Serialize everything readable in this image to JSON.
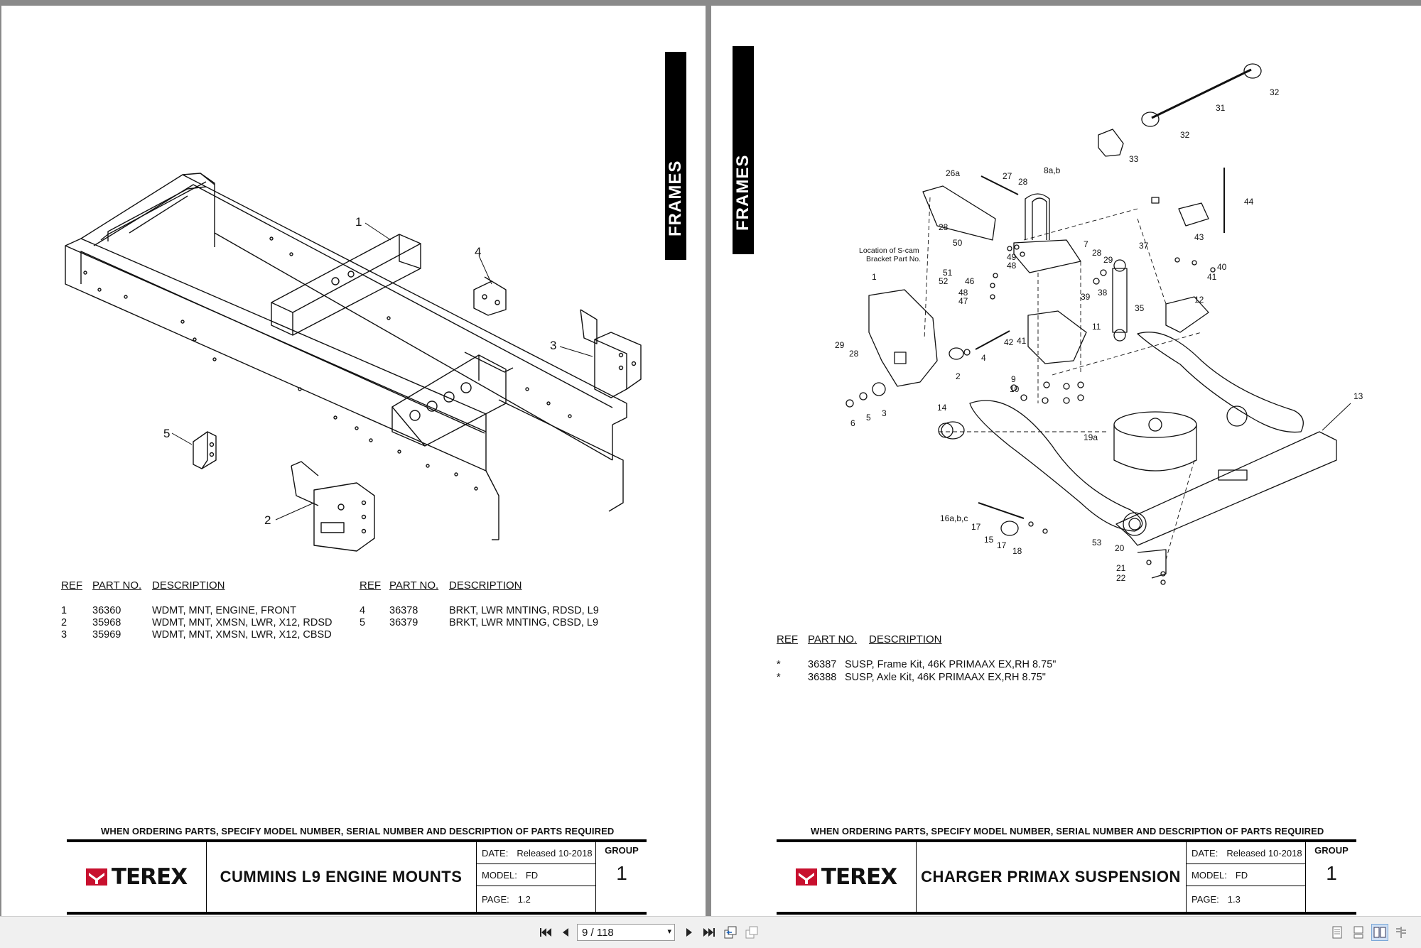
{
  "left_page": {
    "tab_label": "FRAMES",
    "callouts": [
      "1",
      "2",
      "3",
      "4",
      "5"
    ],
    "parts_header": {
      "ref": "REF",
      "part_no": "PART NO.",
      "description": "DESCRIPTION"
    },
    "parts_col1": [
      {
        "ref": "1",
        "part_no": "36360",
        "description": "WDMT, MNT, ENGINE, FRONT"
      },
      {
        "ref": "2",
        "part_no": "35968",
        "description": "WDMT, MNT, XMSN, LWR, X12, RDSD"
      },
      {
        "ref": "3",
        "part_no": "35969",
        "description": "WDMT, MNT, XMSN, LWR, X12, CBSD"
      }
    ],
    "parts_col2": [
      {
        "ref": "4",
        "part_no": "36378",
        "description": "BRKT, LWR MNTING, RDSD, L9"
      },
      {
        "ref": "5",
        "part_no": "36379",
        "description": "BRKT, LWR MNTING, CBSD, L9"
      }
    ],
    "order_note": "WHEN ORDERING PARTS, SPECIFY MODEL NUMBER, SERIAL NUMBER AND DESCRIPTION OF PARTS REQUIRED",
    "logo_text": "TEREX",
    "title": "CUMMINS L9 ENGINE MOUNTS",
    "date_label": "DATE:",
    "date_value": "Released 10-2018",
    "model_label": "MODEL:",
    "model_value": "FD",
    "page_label": "PAGE:",
    "page_value": "1.2",
    "group_label": "GROUP",
    "group_value": "1"
  },
  "right_page": {
    "tab_label": "FRAMES",
    "callouts": [
      "1",
      "2",
      "3",
      "4",
      "5",
      "6",
      "7",
      "8a,b",
      "9",
      "10",
      "11",
      "12",
      "13",
      "14",
      "15",
      "16a,b,c",
      "17",
      "17",
      "18",
      "19a",
      "20",
      "21",
      "22",
      "26a",
      "27",
      "28",
      "28",
      "28",
      "28",
      "29",
      "29",
      "31",
      "32",
      "32",
      "33",
      "35",
      "37",
      "38",
      "39",
      "40",
      "41",
      "41",
      "42",
      "43",
      "44",
      "46",
      "47",
      "48",
      "48",
      "49",
      "50",
      "51",
      "52",
      "53"
    ],
    "scam_note_line1": "Location of S-cam",
    "scam_note_line2": "Bracket Part No.",
    "parts_header": {
      "ref": "REF",
      "part_no": "PART NO.",
      "description": "DESCRIPTION"
    },
    "parts": [
      {
        "ref": "*",
        "part_no": "36387",
        "description": "SUSP, Frame Kit, 46K PRIMAAX EX,RH 8.75\""
      },
      {
        "ref": "*",
        "part_no": "36388",
        "description": "SUSP, Axle Kit, 46K PRIMAAX EX,RH 8.75\""
      }
    ],
    "order_note": "WHEN ORDERING PARTS, SPECIFY MODEL NUMBER, SERIAL NUMBER AND DESCRIPTION OF PARTS REQUIRED",
    "logo_text": "TEREX",
    "title": "CHARGER PRIMAX SUSPENSION",
    "date_label": "DATE:",
    "date_value": "Released 10-2018",
    "model_label": "MODEL:",
    "model_value": "FD",
    "page_label": "PAGE:",
    "page_value": "1.3",
    "group_label": "GROUP",
    "group_value": "1"
  },
  "toolbar": {
    "page_indicator": "9 / 118",
    "icons": [
      "first-page-icon",
      "prev-page-icon",
      "next-page-icon",
      "last-page-icon",
      "go-back-icon",
      "go-forward-icon",
      "single-page-icon",
      "continuous-icon",
      "facing-icon",
      "continuous-facing-icon"
    ]
  }
}
